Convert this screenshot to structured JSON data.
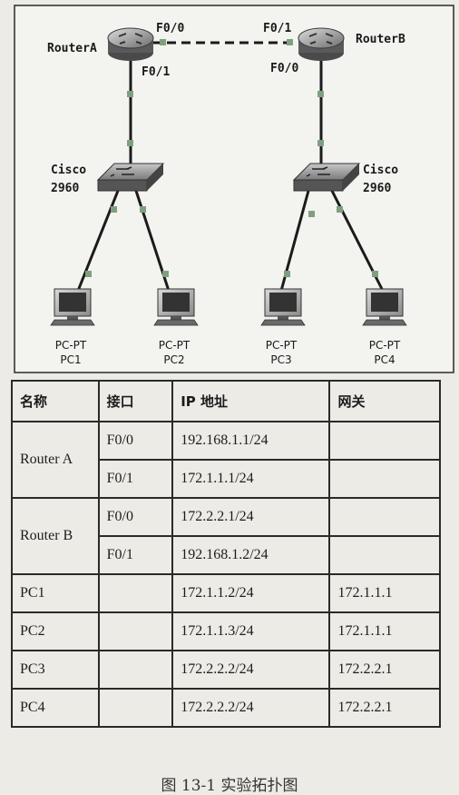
{
  "diagram": {
    "routers": [
      {
        "name": "RouterA"
      },
      {
        "name": "RouterB"
      }
    ],
    "switches": [
      {
        "label_line1": "Cisco",
        "label_line2": "2960"
      },
      {
        "label_line1": "Cisco",
        "label_line2": "2960"
      }
    ],
    "pcs": [
      {
        "line1": "PC-PT",
        "line2": "PC1"
      },
      {
        "line1": "PC-PT",
        "line2": "PC2"
      },
      {
        "line1": "PC-PT",
        "line2": "PC3"
      },
      {
        "line1": "PC-PT",
        "line2": "PC4"
      }
    ],
    "ports": {
      "a_f00": "F0/0",
      "b_f01": "F0/1",
      "a_f01": "F0/1",
      "b_f00": "F0/0"
    }
  },
  "table": {
    "headers": [
      "名称",
      "接口",
      "IP 地址",
      "网关"
    ],
    "rows": [
      {
        "name": "Router A",
        "iface": "F0/0",
        "ip": "192.168.1.1/24",
        "gw": ""
      },
      {
        "name": "",
        "iface": "F0/1",
        "ip": "172.1.1.1/24",
        "gw": ""
      },
      {
        "name": "Router B",
        "iface": "F0/0",
        "ip": "172.2.2.1/24",
        "gw": ""
      },
      {
        "name": "",
        "iface": "F0/1",
        "ip": "192.168.1.2/24",
        "gw": ""
      },
      {
        "name": "PC1",
        "iface": "",
        "ip": "172.1.1.2/24",
        "gw": "172.1.1.1"
      },
      {
        "name": "PC2",
        "iface": "",
        "ip": "172.1.1.3/24",
        "gw": "172.1.1.1"
      },
      {
        "name": "PC3",
        "iface": "",
        "ip": "172.2.2.2/24",
        "gw": "172.2.2.1"
      },
      {
        "name": "PC4",
        "iface": "",
        "ip": "172.2.2.2/24",
        "gw": "172.2.2.1"
      }
    ]
  },
  "caption": "图 13-1   实验拓扑图"
}
